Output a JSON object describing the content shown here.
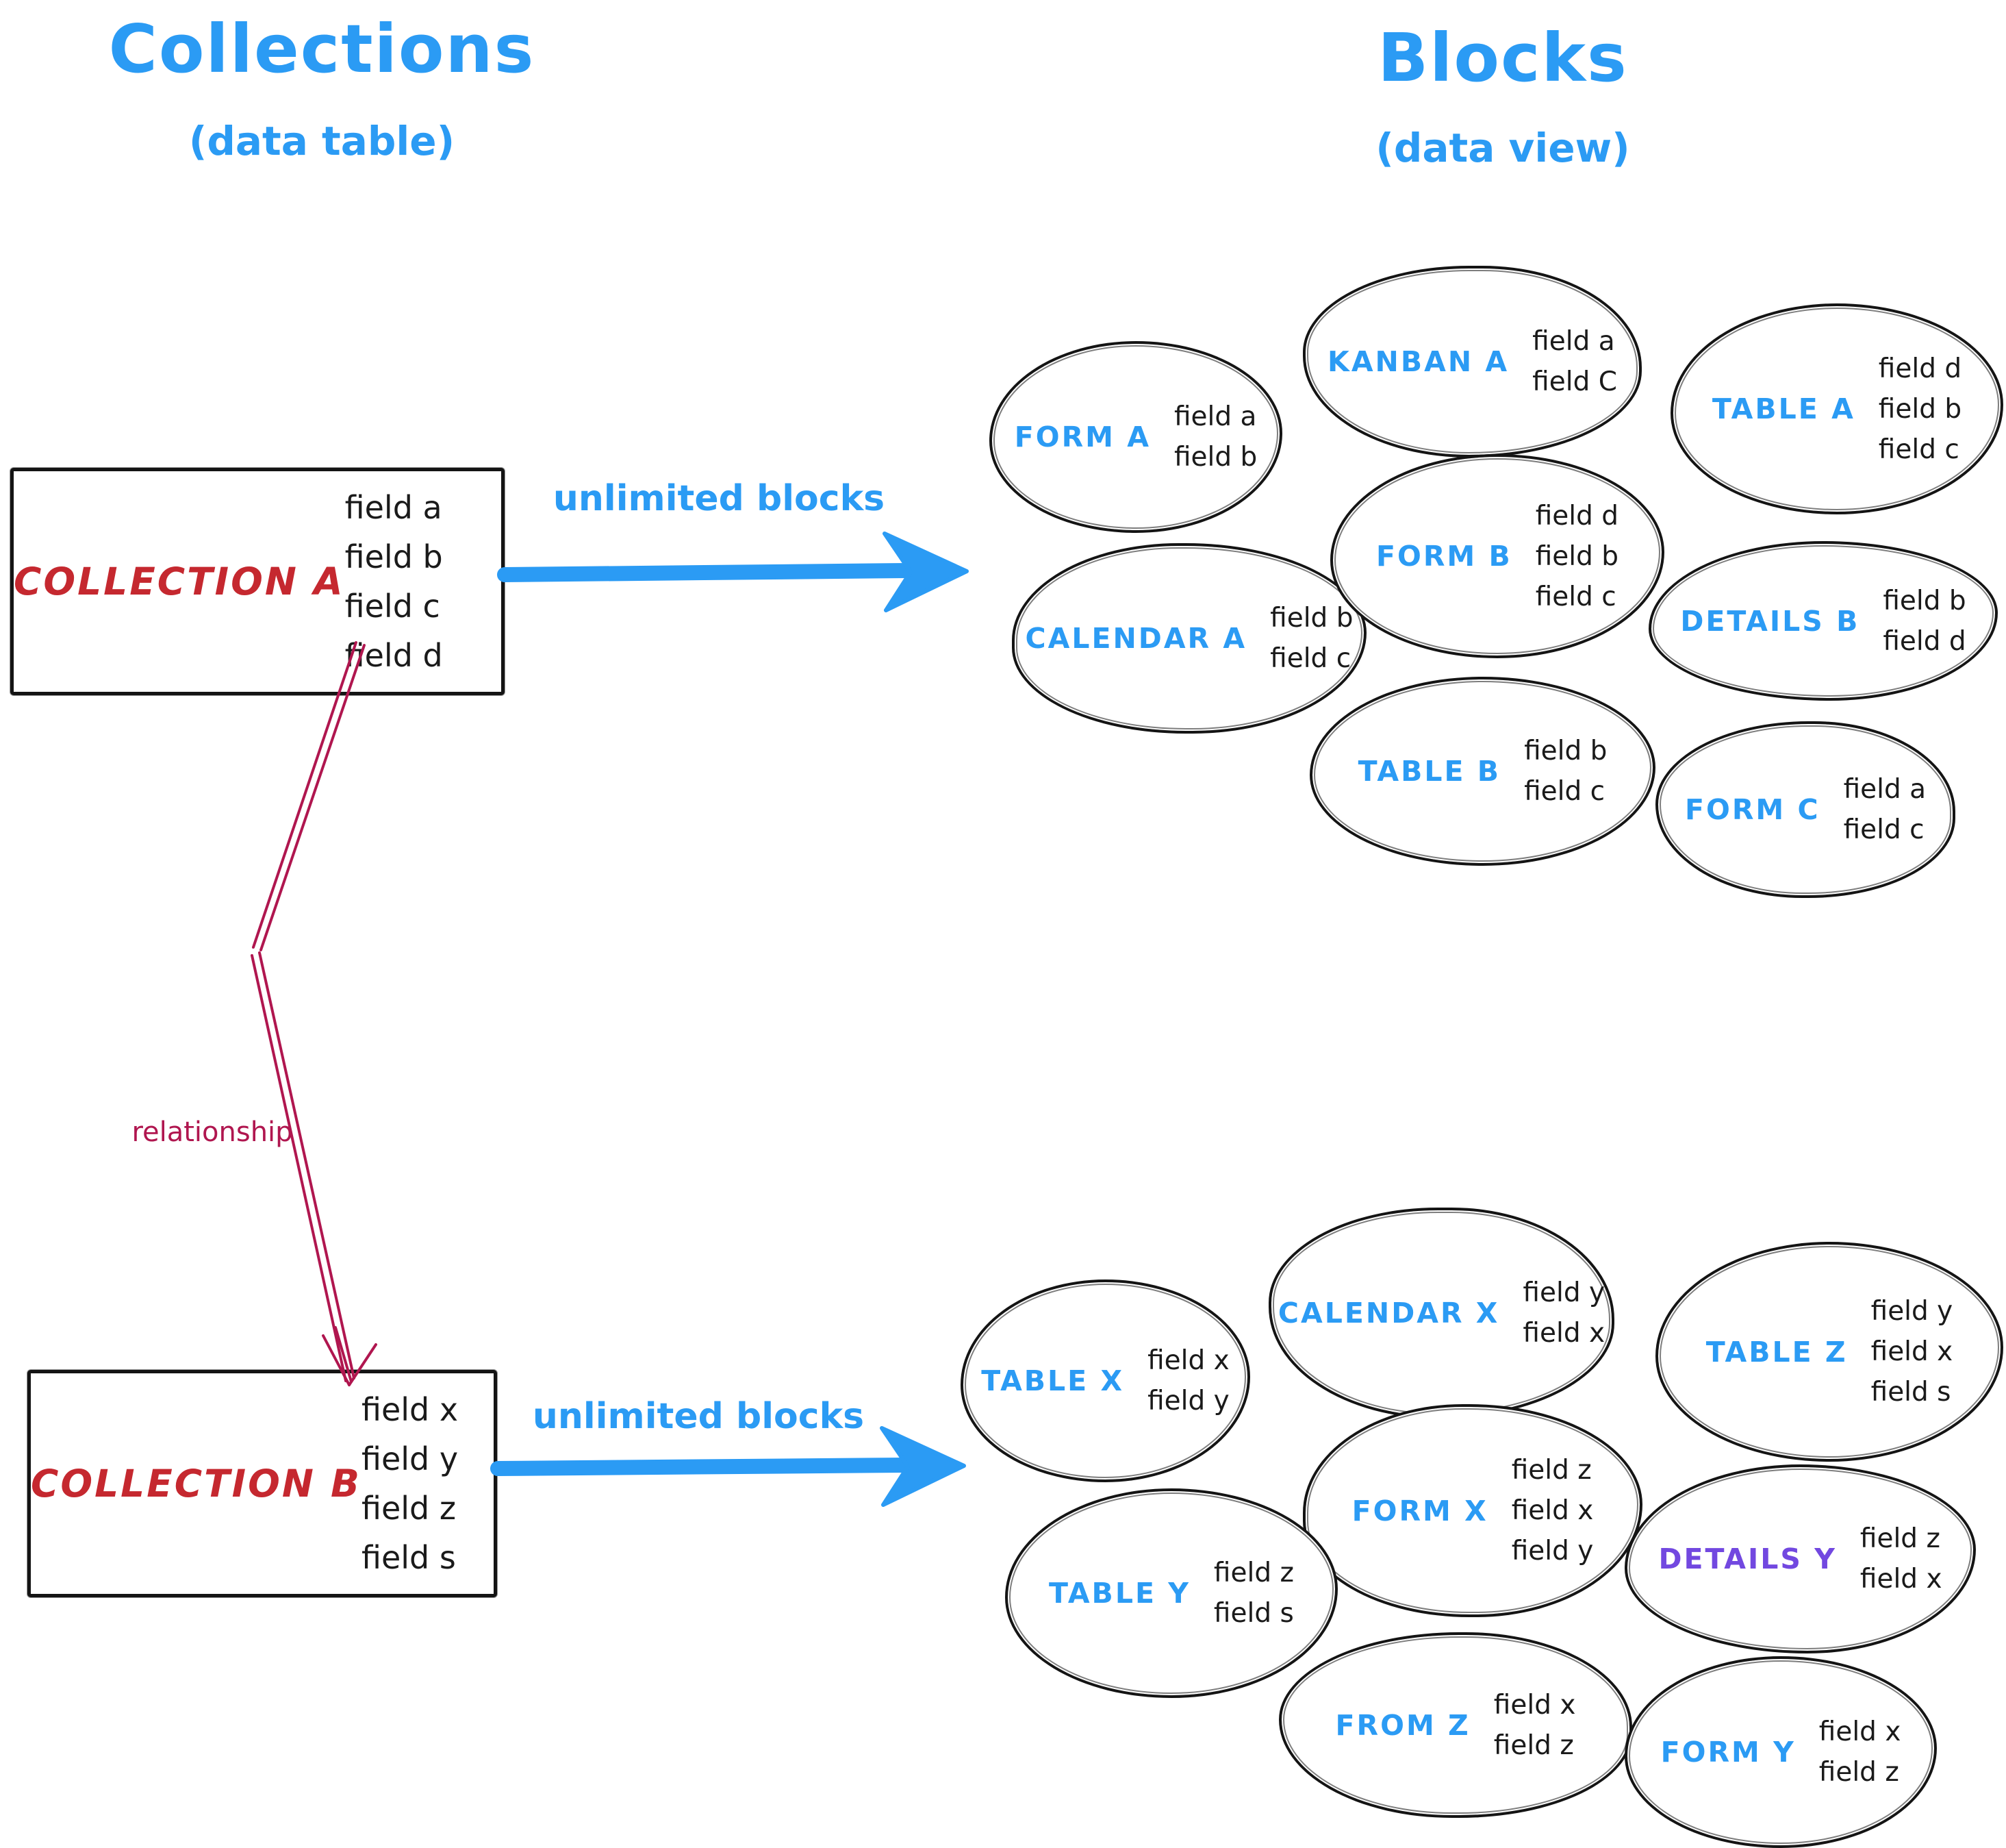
{
  "titles": {
    "left": "Collections",
    "left_sub": "(data table)",
    "right": "Blocks",
    "right_sub": "(data view)"
  },
  "labels": {
    "unlimited_top": "unlimited blocks",
    "unlimited_bottom": "unlimited blocks",
    "relationship": "relationship"
  },
  "collections": {
    "a": {
      "name": "COLLECTION A",
      "fields": [
        "field a",
        "field b",
        "field c",
        "field d"
      ]
    },
    "b": {
      "name": "COLLECTION B",
      "fields": [
        "field x",
        "field y",
        "field z",
        "field s"
      ]
    }
  },
  "blocks_a": [
    {
      "label": "FORM A",
      "fields": [
        "field a",
        "field b"
      ]
    },
    {
      "label": "KANBAN A",
      "fields": [
        "field a",
        "field C"
      ]
    },
    {
      "label": "TABLE A",
      "fields": [
        "field d",
        "field b",
        "field c"
      ]
    },
    {
      "label": "CALENDAR A",
      "fields": [
        "field b",
        "field c"
      ]
    },
    {
      "label": "FORM B",
      "fields": [
        "field d",
        "field b",
        "field c"
      ]
    },
    {
      "label": "DETAILS B",
      "fields": [
        "field b",
        "field d"
      ]
    },
    {
      "label": "TABLE B",
      "fields": [
        "field b",
        "field c"
      ]
    },
    {
      "label": "FORM C",
      "fields": [
        "field a",
        "field c"
      ]
    }
  ],
  "blocks_b": [
    {
      "label": "TABLE X",
      "fields": [
        "field x",
        "field y"
      ]
    },
    {
      "label": "CALENDAR X",
      "fields": [
        "field y",
        "field x"
      ]
    },
    {
      "label": "TABLE Z",
      "fields": [
        "field y",
        "field x",
        "field s"
      ]
    },
    {
      "label": "FORM X",
      "fields": [
        "field z",
        "field x",
        "field y"
      ]
    },
    {
      "label": "TABLE Y",
      "fields": [
        "field z",
        "field s"
      ]
    },
    {
      "label": "DETAILS Y",
      "fields": [
        "field z",
        "field x"
      ]
    },
    {
      "label": "FROM Z",
      "fields": [
        "field x",
        "field z"
      ]
    },
    {
      "label": "FORM Y",
      "fields": [
        "field x",
        "field z"
      ]
    }
  ],
  "colors": {
    "blue": "#2b9bf4",
    "red": "#c5282f",
    "crimson": "#b0164f",
    "purple": "#7248e0",
    "ink": "#141414"
  }
}
